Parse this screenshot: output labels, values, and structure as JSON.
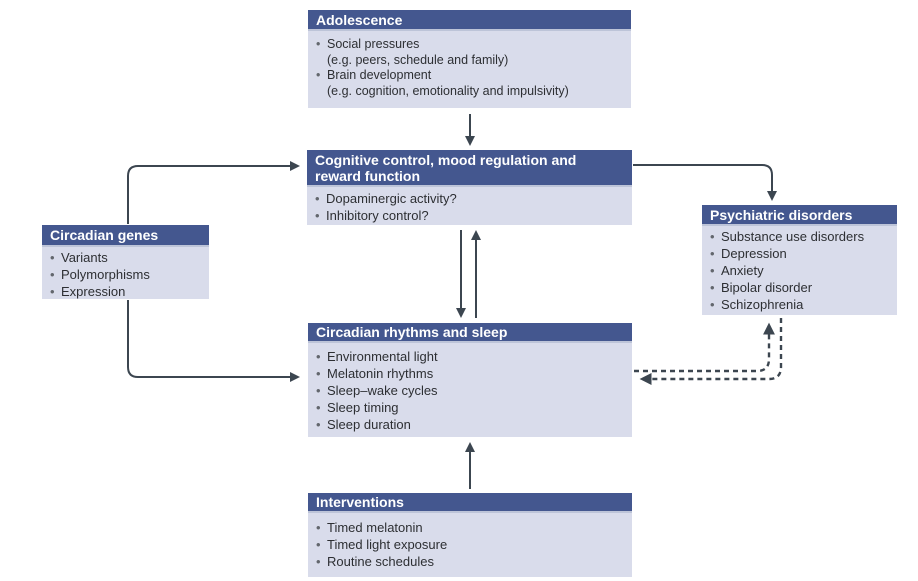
{
  "glyphs": {
    "bullet": "•"
  },
  "colors": {
    "background": "#FFFFFF",
    "header_bg": "#44578F",
    "header_text": "#FFFFFF",
    "body_bg": "#D9DCEB",
    "body_text": "#2D2F33",
    "bullet": "#63676D",
    "arrow": "#3C4650"
  },
  "boxes": {
    "adolescence": {
      "title": "Adolescence",
      "items": [
        {
          "text": "Social pressures",
          "sub": "(e.g. peers, schedule and family)"
        },
        {
          "text": "Brain development",
          "sub": "(e.g. cognition, emotionality and impulsivity)"
        }
      ]
    },
    "cognitive": {
      "title": "Cognitive control, mood regulation and reward function",
      "items": [
        {
          "text": "Dopaminergic activity?"
        },
        {
          "text": "Inhibitory control?"
        }
      ]
    },
    "genes": {
      "title": "Circadian genes",
      "items": [
        {
          "text": "Variants"
        },
        {
          "text": "Polymorphisms"
        },
        {
          "text": "Expression"
        }
      ]
    },
    "psychiatric": {
      "title": "Psychiatric disorders",
      "items": [
        {
          "text": "Substance use disorders"
        },
        {
          "text": "Depression"
        },
        {
          "text": "Anxiety"
        },
        {
          "text": "Bipolar disorder"
        },
        {
          "text": "Schizophrenia"
        }
      ]
    },
    "rhythms": {
      "title": "Circadian rhythms and sleep",
      "items": [
        {
          "text": "Environmental light"
        },
        {
          "text": "Melatonin rhythms"
        },
        {
          "text": "Sleep–wake cycles"
        },
        {
          "text": "Sleep timing"
        },
        {
          "text": "Sleep duration"
        }
      ]
    },
    "interventions": {
      "title": "Interventions",
      "items": [
        {
          "text": "Timed melatonin"
        },
        {
          "text": "Timed light exposure"
        },
        {
          "text": "Routine schedules"
        }
      ]
    }
  },
  "arrows": [
    {
      "from": "adolescence",
      "to": "cognitive",
      "style": "solid"
    },
    {
      "from": "genes",
      "to": "cognitive",
      "style": "solid"
    },
    {
      "from": "genes",
      "to": "rhythms",
      "style": "solid"
    },
    {
      "from": "cognitive",
      "to": "psychiatric",
      "style": "solid"
    },
    {
      "from": "cognitive",
      "to": "rhythms",
      "style": "solid"
    },
    {
      "from": "rhythms",
      "to": "cognitive",
      "style": "solid"
    },
    {
      "from": "interventions",
      "to": "rhythms",
      "style": "solid"
    },
    {
      "from": "rhythms",
      "to": "psychiatric",
      "style": "dashed"
    },
    {
      "from": "psychiatric",
      "to": "rhythms",
      "style": "dashed"
    }
  ]
}
